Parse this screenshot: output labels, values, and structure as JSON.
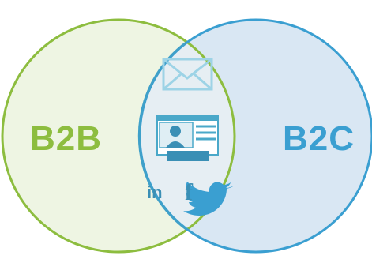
{
  "diagram": {
    "left_set": {
      "label": "B2B",
      "color": "#8dbd3f",
      "fill": "#eef5e3"
    },
    "right_set": {
      "label": "B2C",
      "color": "#3a9fd1",
      "fill": "#d9e7f3"
    },
    "overlap": {
      "fill": "#e6eef3",
      "icon_color": "#9dd3e6",
      "icons": [
        "envelope-icon",
        "profile-page-icon",
        "linkedin-icon",
        "facebook-icon",
        "twitter-icon"
      ],
      "linkedin_text": "in",
      "facebook_text": "f"
    }
  }
}
